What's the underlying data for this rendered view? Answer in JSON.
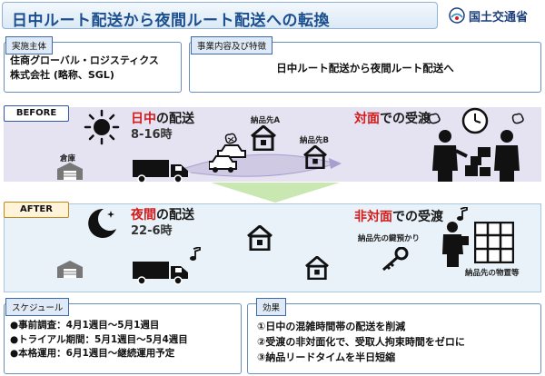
{
  "header": {
    "title": "日中ルート配送から夜間ルート配送への転換",
    "ministry": "国土交通省",
    "brand_color": "#1c4f8f"
  },
  "implementer": {
    "label": "実施主体",
    "line1": "住商グローバル・ロジスティクス",
    "line2": "株式会社 (略称、SGL)"
  },
  "business": {
    "label": "事業内容及び特徴",
    "text": "日中ルート配送から夜間ルート配送へ"
  },
  "before": {
    "tag": "BEFORE",
    "phrase_highlight": "日中",
    "phrase_rest": "の配送",
    "hours": "8-16時",
    "handover_highlight": "対面",
    "handover_rest": "での受渡",
    "warehouse": "倉庫",
    "dest_a": "納品先A",
    "dest_b": "納品先B"
  },
  "after": {
    "tag": "AFTER",
    "phrase_highlight": "夜間",
    "phrase_rest": "の配送",
    "hours": "22-6時",
    "handover_highlight": "非対面",
    "handover_rest": "での受渡",
    "key_label": "納品先の鍵預かり",
    "storage_label": "納品先の物置等"
  },
  "schedule": {
    "label": "スケジュール",
    "items": [
      "●事前調査：4月1週目～5月1週目",
      "●トライアル期間：5月1週目～5月4週目",
      "●本格運用：6月1週目～継続運用予定"
    ]
  },
  "effects": {
    "label": "効果",
    "items": [
      "①日中の混雑時間帯の配送を削減",
      "②受渡の非対面化で、受取人拘束時間をゼロに",
      "③納品リードタイムを半日短縮"
    ]
  },
  "colors": {
    "highlight_red": "#d21b1b",
    "before_band": "#e5e2f1",
    "after_band": "#e8f2f8"
  }
}
